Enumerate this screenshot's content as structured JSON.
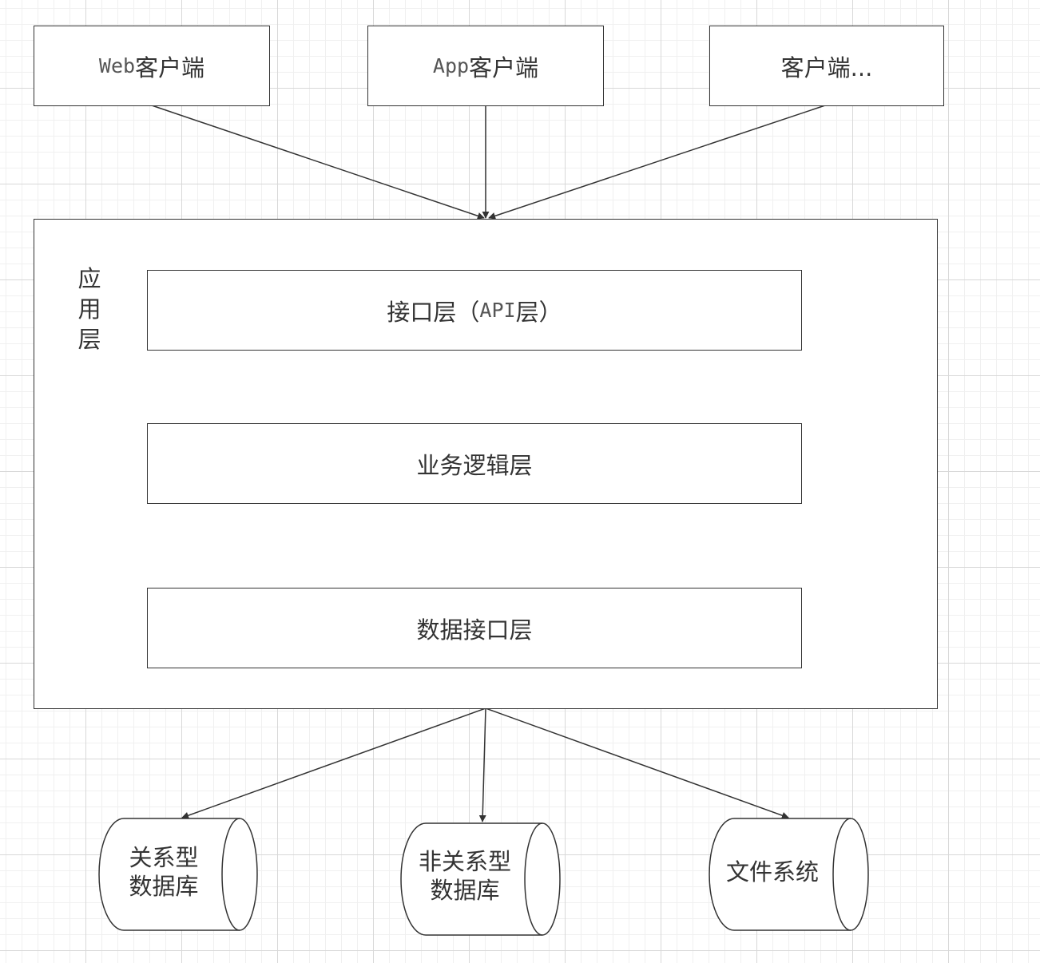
{
  "clients": [
    {
      "prefix": "Web",
      "suffix": "客户端"
    },
    {
      "prefix": "App",
      "suffix": "客户端"
    },
    {
      "prefix": "",
      "suffix": "客户端..."
    }
  ],
  "app_layer": {
    "label_chars": [
      "应",
      "用",
      "层"
    ],
    "api_layer": {
      "before": "接口层（",
      "mono": "API",
      "after": "层）"
    },
    "business_layer": "业务逻辑层",
    "data_layer": "数据接口层"
  },
  "storage": [
    {
      "line1": "关系型",
      "line2": "数据库"
    },
    {
      "line1": "非关系型",
      "line2": "数据库"
    },
    {
      "line1": "文件系统",
      "line2": ""
    }
  ],
  "colors": {
    "stroke": "#333333",
    "grid": "#d8d8d8",
    "background": "#ffffff"
  }
}
